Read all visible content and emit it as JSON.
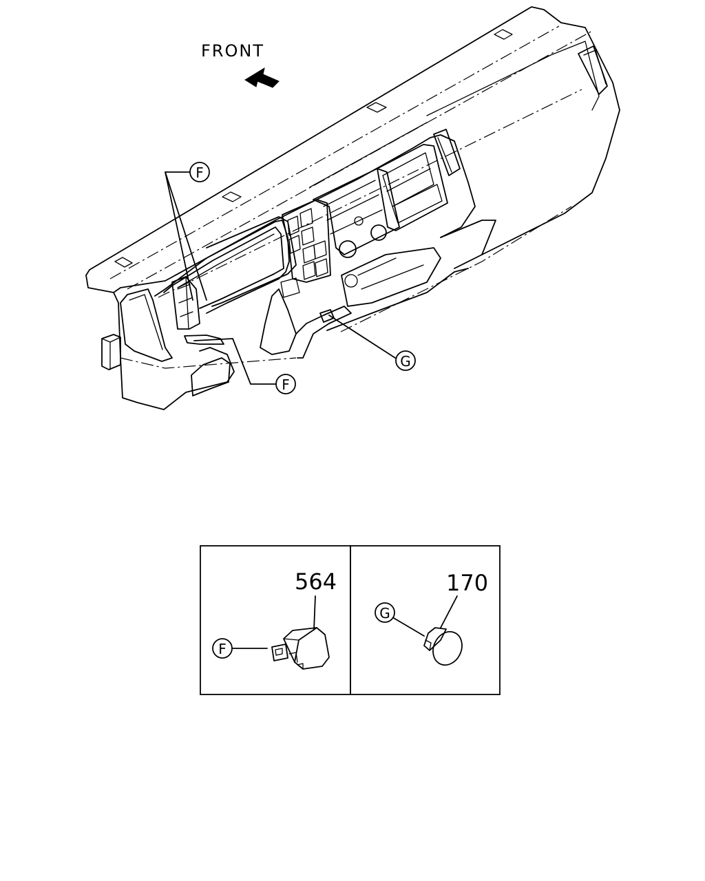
{
  "diagram": {
    "direction_label": "FRONT",
    "callouts": {
      "f_top": "F",
      "f_bottom": "F",
      "g_main": "G",
      "f_detail": "F",
      "g_detail": "G"
    },
    "detail_left": {
      "part_number": "564"
    },
    "detail_right": {
      "part_number": "170"
    }
  }
}
